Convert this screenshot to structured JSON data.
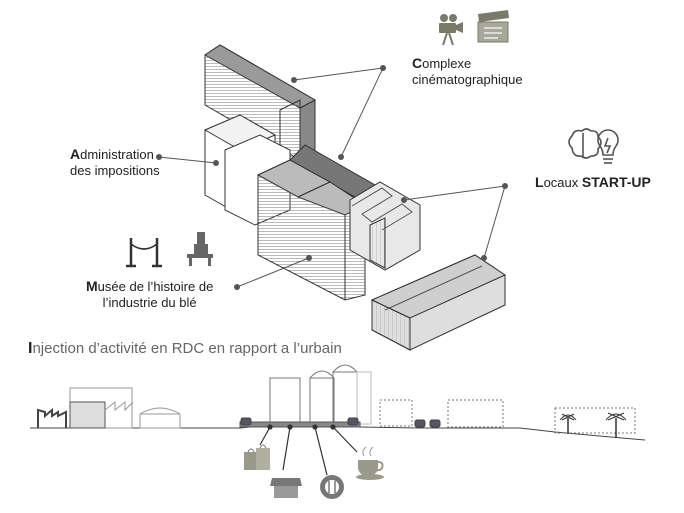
{
  "labels": {
    "cinema": {
      "initial": "C",
      "line1_rest": "omplexe",
      "line2": "cinématographique"
    },
    "admin": {
      "initial": "A",
      "line1_rest": "dministration",
      "line2": "des impositions"
    },
    "startup": {
      "initial": "L",
      "rest": "ocaux ",
      "bold": "START-UP"
    },
    "museum": {
      "initial": "M",
      "line1_rest": "usée de l’histoire de",
      "line2": "l’industrie du blé"
    }
  },
  "section_title": {
    "initial": "I",
    "rest": "njection d’activité en RDC en rapport a l’urbain"
  },
  "icons": [
    "film-camera-icon",
    "clapperboard-icon",
    "brain-icon",
    "lightbulb-icon",
    "museum-rope-barrier-icon",
    "industrial-machine-icon",
    "shopping-bags-icon",
    "market-stall-icon",
    "restaurant-plate-icon",
    "coffee-cup-icon"
  ],
  "colors": {
    "building_dark": "#6f6f6f",
    "building_mid": "#9a9a9a",
    "building_light": "#cfcfcf",
    "leader": "#555555"
  }
}
